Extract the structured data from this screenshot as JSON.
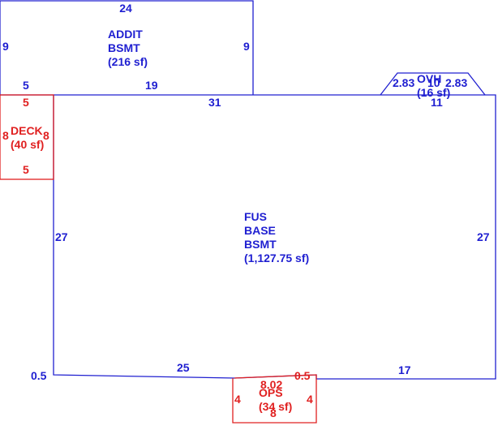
{
  "areas": {
    "addit": {
      "lines": [
        "ADDIT",
        "BSMT",
        "(216 sf)"
      ],
      "color": "#1f1fd1"
    },
    "deck": {
      "lines": [
        "DECK",
        "(40 sf)"
      ],
      "color": "#e02020"
    },
    "ovh": {
      "lines": [
        "OVH",
        "(16 sf)"
      ],
      "color": "#1f1fd1"
    },
    "fus": {
      "lines": [
        "FUS",
        "BASE",
        "BSMT",
        "(1,127.75 sf)"
      ],
      "color": "#1f1fd1"
    },
    "ops": {
      "lines": [
        "OPS",
        "(34 sf)"
      ],
      "color": "#e02020"
    }
  },
  "dimensions": {
    "addit_top": "24",
    "addit_left": "9",
    "addit_right": "9",
    "addit_bottom_left": "5",
    "addit_bottom_right": "19",
    "deck_top": "5",
    "deck_left": "8",
    "deck_right": "8",
    "deck_bottom": "5",
    "fus_top": "31",
    "fus_left": "27",
    "fus_right": "27",
    "fus_bottom_left": "25",
    "fus_bottom_right": "17",
    "fus_corner": "0.5",
    "ovh_left": "2.83",
    "ovh_mid": "10",
    "ovh_right": "2.83",
    "ovh_bottom": "11",
    "ops_top": "8.02",
    "ops_top_right": "0.5",
    "ops_left": "4",
    "ops_right": "4",
    "ops_bottom": "8"
  }
}
